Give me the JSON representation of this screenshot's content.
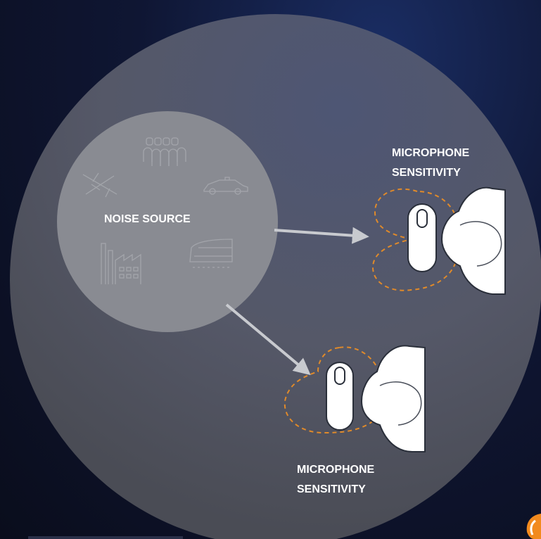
{
  "noise_source": {
    "label": "NOISE SOURCE",
    "icons": [
      "airplane-icon",
      "crowd-icon",
      "car-icon",
      "factory-icon",
      "train-icon"
    ]
  },
  "microphones": [
    {
      "label_line1": "MICROPHONE",
      "label_line2": "SENSITIVITY"
    },
    {
      "label_line1": "MICROPHONE",
      "label_line2": "SENSITIVITY"
    }
  ],
  "colors": {
    "sensitivity_pattern": "#e08a2a",
    "arrow": "#c8cacf",
    "outer_circle": "#5a5f6e",
    "inner_circle": "#8a8c93",
    "logo": "#f28a1e"
  }
}
